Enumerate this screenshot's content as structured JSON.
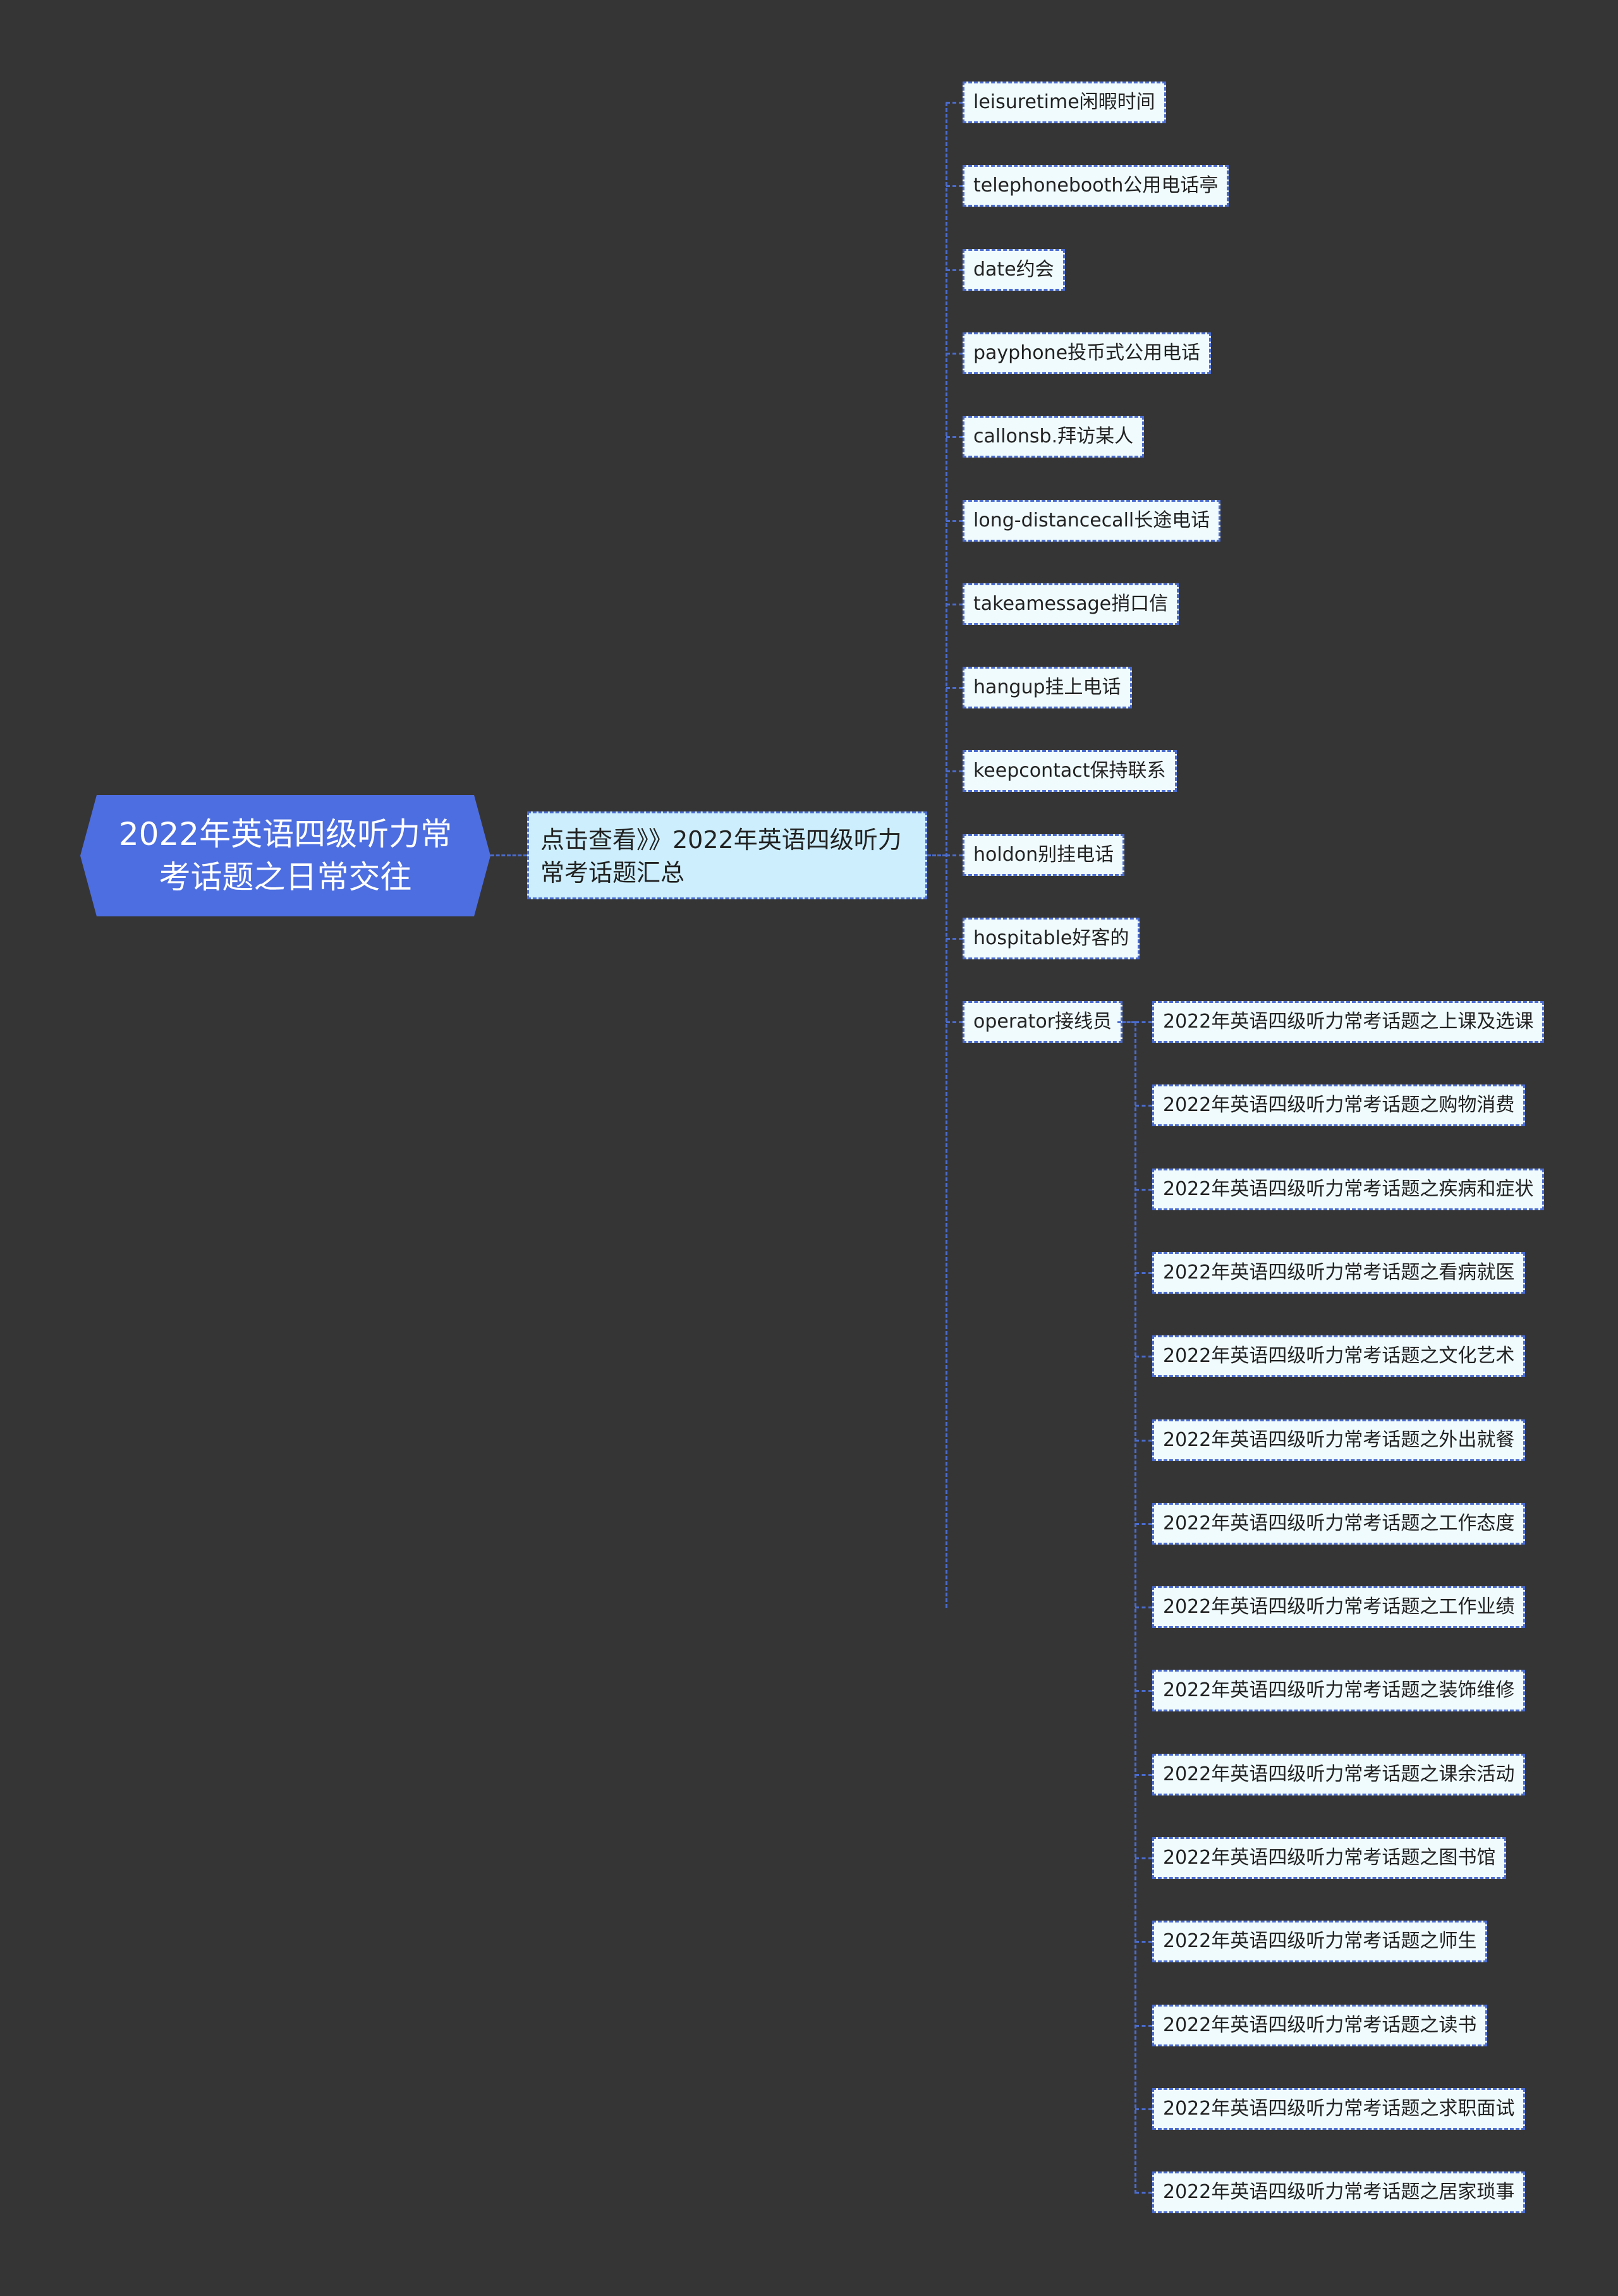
{
  "root": {
    "label": "2022年英语四级听力常考话题之日常交往"
  },
  "hub": {
    "label": "点击查看》》2022年英语四级听力常考话题汇总"
  },
  "leaves": [
    "leisuretime闲暇时间",
    "telephonebooth公用电话亭",
    "date约会",
    "payphone投币式公用电话",
    "callonsb.拜访某人",
    "long-distancecall长途电话",
    "takeamessage捎口信",
    "hangup挂上电话",
    "keepcontact保持联系",
    "holdon别挂电话",
    "hospitable好客的",
    "operator接线员"
  ],
  "operator_children": [
    "2022年英语四级听力常考话题之上课及选课",
    "2022年英语四级听力常考话题之购物消费",
    "2022年英语四级听力常考话题之疾病和症状",
    "2022年英语四级听力常考话题之看病就医",
    "2022年英语四级听力常考话题之文化艺术",
    "2022年英语四级听力常考话题之外出就餐",
    "2022年英语四级听力常考话题之工作态度",
    "2022年英语四级听力常考话题之工作业绩",
    "2022年英语四级听力常考话题之装饰维修",
    "2022年英语四级听力常考话题之课余活动",
    "2022年英语四级听力常考话题之图书馆",
    "2022年英语四级听力常考话题之师生",
    "2022年英语四级听力常考话题之读书",
    "2022年英语四级听力常考话题之求职面试",
    "2022年英语四级听力常考话题之居家琐事"
  ]
}
